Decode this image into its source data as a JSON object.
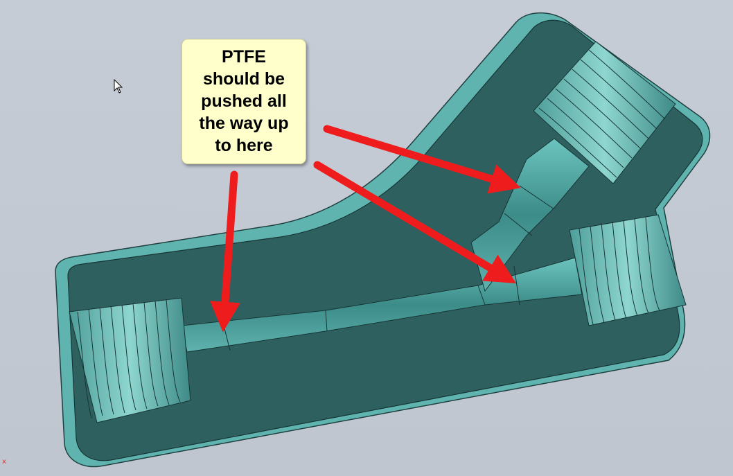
{
  "annotation": {
    "lines": [
      "PTFE",
      "should be",
      "pushed all",
      "the way up",
      "to here"
    ]
  },
  "origin_marker": "x",
  "icons": {
    "cursor": "mouse-pointer-icon",
    "arrow": "red-arrow-icon"
  },
  "colors": {
    "background": "#c3c9d3",
    "part_face": "#2f6060",
    "part_edge": "#5fb4b0",
    "bore": "#3f8f8c",
    "callout_fill": "#ffffcc",
    "arrow": "#ee1c1c"
  }
}
